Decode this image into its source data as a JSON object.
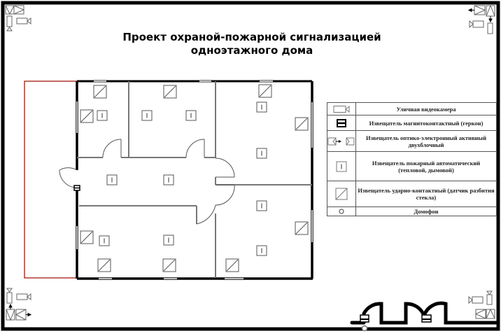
{
  "title": {
    "line1": "Проект охраной-пожарной сигнализацией",
    "line2": "одноэтажного дома"
  },
  "legend": {
    "rows": [
      {
        "icon": "street-camera-icon",
        "label": "Уличная видеокамера"
      },
      {
        "icon": "magnetic-contact-icon",
        "label": "Извещатель магнитоконтактный (геркон)"
      },
      {
        "icon": "optical-beam-icon",
        "label": "Извещатель оптико-электронный активный двухблочный"
      },
      {
        "icon": "fire-detector-icon",
        "label": "Извещатель пожарный автоматический (тепловой, дымовой)"
      },
      {
        "icon": "glass-break-icon",
        "label": "Извещатель ударно-контактный (датчик разбития стекла)"
      },
      {
        "icon": "intercom-icon",
        "label": "Домофон"
      }
    ]
  },
  "colors": {
    "outer_wall": "#000000",
    "inner_wall": "#777777",
    "fence": "#b03a2e",
    "symbol": "#555555"
  },
  "plan": {
    "rooms": [
      {
        "name": "room-top-left",
        "fire_detectors": 1,
        "glass_break": 2
      },
      {
        "name": "room-top-middle",
        "fire_detectors": 2,
        "glass_break": 1
      },
      {
        "name": "room-top-right",
        "fire_detectors": 2,
        "glass_break": 2
      },
      {
        "name": "hallway",
        "fire_detectors": 2,
        "glass_break": 0
      },
      {
        "name": "room-bottom-left",
        "fire_detectors": 2,
        "glass_break": 3
      },
      {
        "name": "room-bottom-right",
        "fire_detectors": 2,
        "glass_break": 2
      }
    ],
    "corner_sensors": [
      "top-left",
      "top-right",
      "bottom-left",
      "bottom-right"
    ]
  }
}
